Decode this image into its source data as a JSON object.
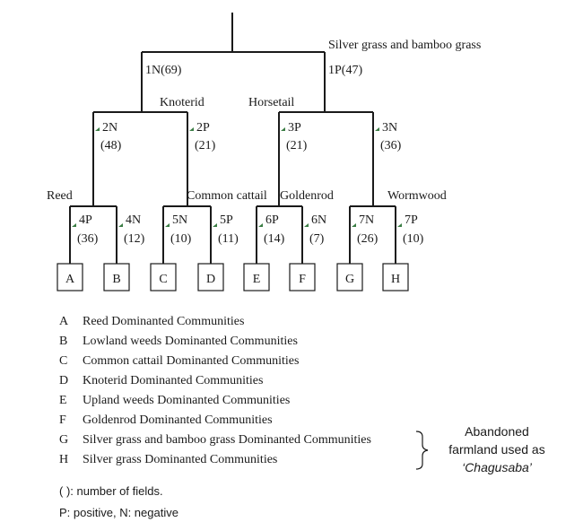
{
  "splits": {
    "root": {
      "label": "Silver grass and bamboo grass"
    },
    "left": {
      "code": "1N(69)",
      "child_label": "Knoterid"
    },
    "right": {
      "code": "1P(47)",
      "child_label": "Horsetail"
    },
    "l2": {
      "code_a": "2N",
      "count_a": "(48)",
      "code_b": "2P",
      "count_b": "(21)"
    },
    "r2": {
      "code_a": "3P",
      "count_a": "(21)",
      "code_b": "3N",
      "count_b": "(36)"
    },
    "level3_labels": [
      "Reed",
      "Common cattail",
      "Goldenrod",
      "Wormwood"
    ],
    "leaves": [
      {
        "code": "4P",
        "count": "(36)",
        "box": "A"
      },
      {
        "code": "4N",
        "count": "(12)",
        "box": "B"
      },
      {
        "code": "5N",
        "count": "(10)",
        "box": "C"
      },
      {
        "code": "5P",
        "count": "(11)",
        "box": "D"
      },
      {
        "code": "6P",
        "count": "(14)",
        "box": "E"
      },
      {
        "code": "6N",
        "count": "(7)",
        "box": "F"
      },
      {
        "code": "7N",
        "count": "(26)",
        "box": "G"
      },
      {
        "code": "7P",
        "count": "(10)",
        "box": "H"
      }
    ]
  },
  "legend": [
    {
      "key": "A",
      "text": "Reed Dominanted Communities"
    },
    {
      "key": "B",
      "text": "Lowland weeds Dominanted Communities"
    },
    {
      "key": "C",
      "text": "Common cattail Dominanted Communities"
    },
    {
      "key": "D",
      "text": "Knoterid Dominanted Communities"
    },
    {
      "key": "E",
      "text": "Upland weeds Dominanted Communities"
    },
    {
      "key": "F",
      "text": "Goldenrod Dominanted Communities"
    },
    {
      "key": "G",
      "text": "Silver grass and bamboo grass Dominanted Communities"
    },
    {
      "key": "H",
      "text": "Silver grass Dominanted Communities"
    }
  ],
  "bracket_note": {
    "line1": "Abandoned",
    "line2": "farmland used as",
    "line3": "‘Chagusaba’"
  },
  "footnotes": {
    "fields": "( ): number of fields.",
    "signs": "P: positive,  N: negative"
  },
  "colors": {
    "line": "#1a1a1a",
    "flag": "#3a7d44"
  }
}
